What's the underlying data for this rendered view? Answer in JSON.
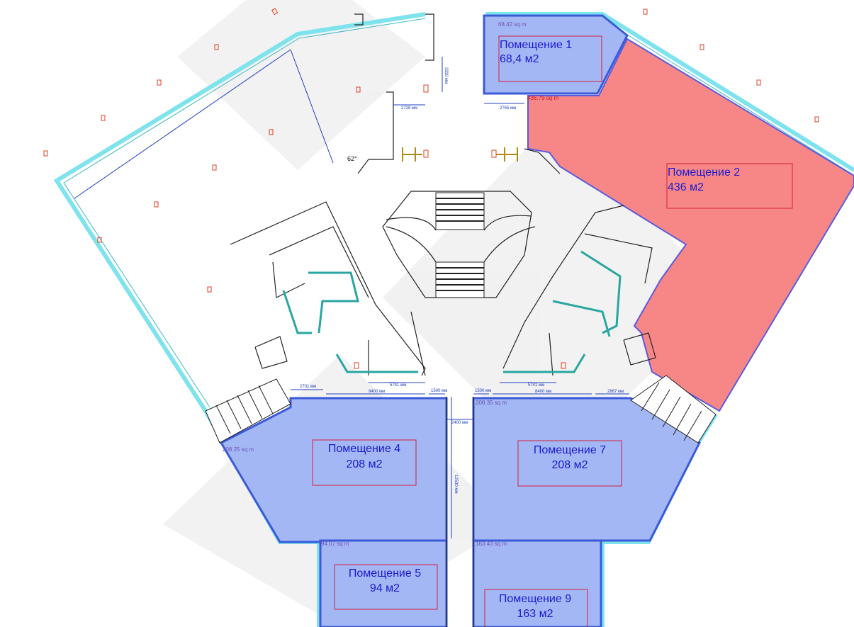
{
  "plan": {
    "colors": {
      "available": "#a4b7f5",
      "selected": "#f78787",
      "label": "#1a1ad0",
      "wall": "#7fe3ee"
    },
    "rooms": [
      {
        "id": "1",
        "name": "Помещение 1",
        "area": "68,4 м2",
        "measured": "68.42 sq m",
        "status": "available"
      },
      {
        "id": "2",
        "name": "Помещение 2",
        "area": "436 м2",
        "measured": "436.79 sq m",
        "status": "selected"
      },
      {
        "id": "4",
        "name": "Помещение 4",
        "area": "208 м2",
        "measured": "208.25 sq m",
        "status": "available"
      },
      {
        "id": "7",
        "name": "Помещение 7",
        "area": "208 м2",
        "measured": "208.35 sq m",
        "status": "available"
      },
      {
        "id": "5",
        "name": "Помещение 5",
        "area": "94 м2",
        "measured": "94.07 sq m",
        "status": "available"
      },
      {
        "id": "9",
        "name": "Помещение 9",
        "area": "163 м2",
        "measured": "163.43 sq m",
        "status": "available"
      }
    ],
    "dimensions": {
      "d2701": "2701 мм",
      "d8400a": "8400 мм",
      "d1500a": "1500 мм",
      "d1500b": "1500 мм",
      "d8400b": "8400 мм",
      "d2867": "2867 мм",
      "d2400": "2400 мм",
      "d12530": "12530 мм",
      "d5741a": "5741 мм",
      "d5741b": "5741 мм",
      "d2765": "2765 мм",
      "d2728": "2728 мм",
      "d3330": "3330 мм",
      "angle": "62°"
    }
  }
}
